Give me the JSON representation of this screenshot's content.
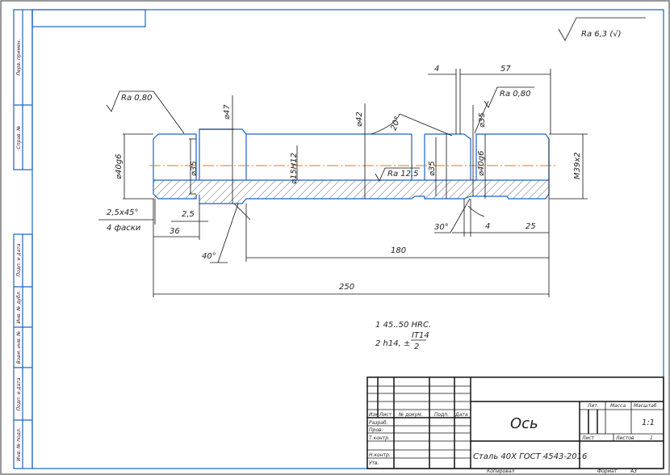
{
  "roughness_general": "Ra 6,3 (√)",
  "stamp_labels": [
    "Перв. примен.",
    "Справ. №",
    "Подп. и дата",
    "Инв. № дубл.",
    "Взам. инв. №",
    "Подп. и дата",
    "Инв. № подл."
  ],
  "annotations": {
    "ra_left": "Ra 0,80",
    "ra_right": "Ra 0,80",
    "ra_bore": "Ra 12,5",
    "d47": "⌀47",
    "d42": "⌀42",
    "d35_top": "⌀35",
    "d40_left": "⌀40g6",
    "d35_left": "⌀35",
    "d15": "⌀15H12",
    "d35_mid": "⌀35",
    "d40_right": "⌀40g6",
    "thread": "M39x2",
    "angle20": "20°",
    "angle40": "40°",
    "angle30": "30°",
    "chamfer": "2,5x45°",
    "chamfer_count": "4 фаски",
    "dim_2_5": "2,5",
    "dim_36": "36",
    "dim_4_bottom": "4",
    "dim_25": "25",
    "dim_180": "180",
    "dim_250": "250",
    "dim_4_top": "4",
    "dim_57": "57"
  },
  "notes": {
    "line1": "1 45..50 HRC.",
    "line2_prefix": "2 h14, ±",
    "frac_num": "IT14",
    "frac_den": "2"
  },
  "title_block": {
    "headers": [
      "Изм",
      "Лист",
      "№ докум.",
      "Подп.",
      "Дата"
    ],
    "roles": [
      "Разраб.",
      "Пров.",
      "Т.контр.",
      "",
      "Н.контр.",
      "Утв."
    ],
    "part_name": "Ось",
    "material": "Сталь 40Х ГОСТ 4543-2016",
    "lit_label": "Лит.",
    "mass_label": "Масса",
    "scale_label": "Масштаб",
    "scale_value": "1:1",
    "sheet_label": "Лист",
    "sheets_label": "Листов",
    "sheets_value": "1",
    "copied": "Копировал",
    "format_label": "Формат",
    "format_value": "А3"
  }
}
